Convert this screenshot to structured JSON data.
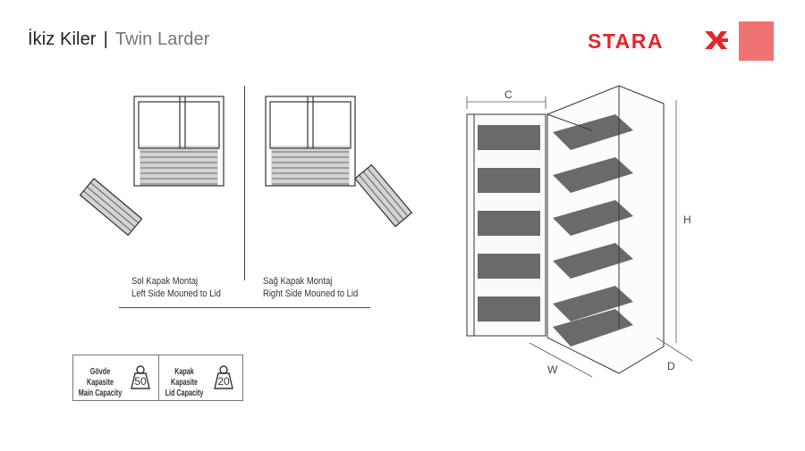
{
  "header": {
    "title_tr": "İkiz Kiler",
    "separator": "|",
    "title_en": "Twin Larder",
    "brand": "STARA",
    "brand_icon": "starax-x-mark-icon",
    "accent_color": "#f07373",
    "brand_color": "#e3262c"
  },
  "mounting": {
    "left": {
      "tr": "Sol Kapak Montaj",
      "en": "Left Side Mouned to Lid"
    },
    "right": {
      "tr": "Sağ Kapak Montaj",
      "en": "Right Side Mouned to Lid"
    }
  },
  "dimensions": {
    "c": "C",
    "h": "H",
    "w": "W",
    "d": "D"
  },
  "capacity": {
    "main": {
      "tr": "Gövde Kapasite",
      "en": "Main Capacity",
      "value": "50",
      "icon": "weight-icon"
    },
    "lid": {
      "tr": "Kapak Kapasite",
      "en": "Lid Capacity",
      "value": "20",
      "icon": "weight-icon"
    }
  }
}
